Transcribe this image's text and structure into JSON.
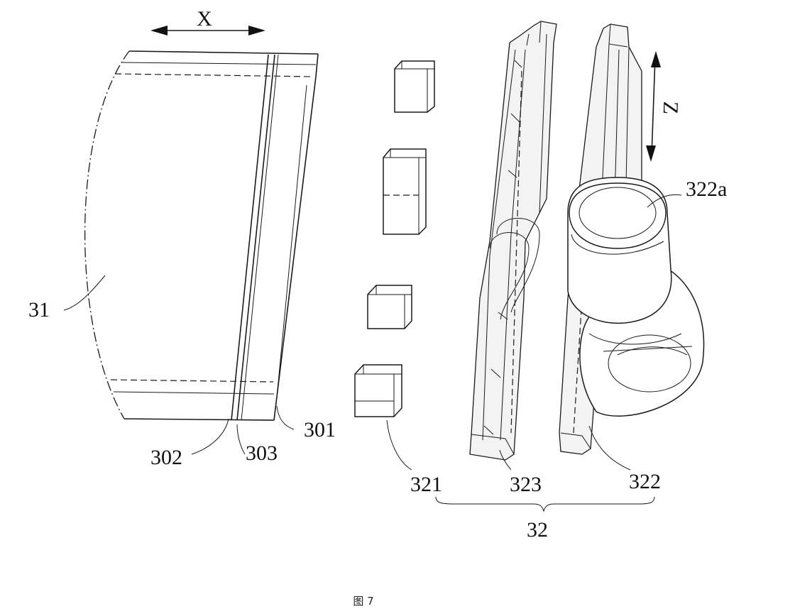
{
  "labels": {
    "x_axis": "X",
    "z_axis": "Z",
    "screen": "31",
    "layer_301": "301",
    "layer_302": "302",
    "layer_303": "303",
    "block": "321",
    "post": "322a",
    "bracket": "323",
    "holder": "322",
    "assembly": "32"
  },
  "caption": "图 7",
  "colors": {
    "line": "#1a1a1a",
    "background": "#ffffff"
  }
}
